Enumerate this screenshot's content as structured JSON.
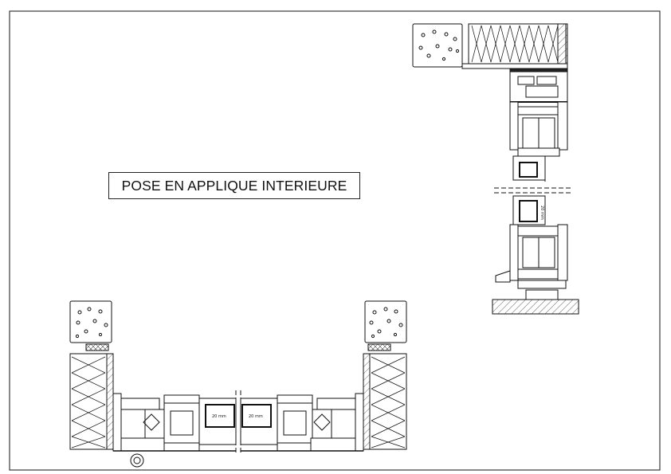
{
  "drawing": {
    "title": "POSE EN APPLIQUE INTERIEURE",
    "glazing_label_left": "20 mm",
    "glazing_label_right": "20 mm",
    "glazing_label_vertical": "20 mm"
  },
  "colors": {
    "line": "#111111",
    "hatch": "#444444",
    "background": "#ffffff"
  }
}
